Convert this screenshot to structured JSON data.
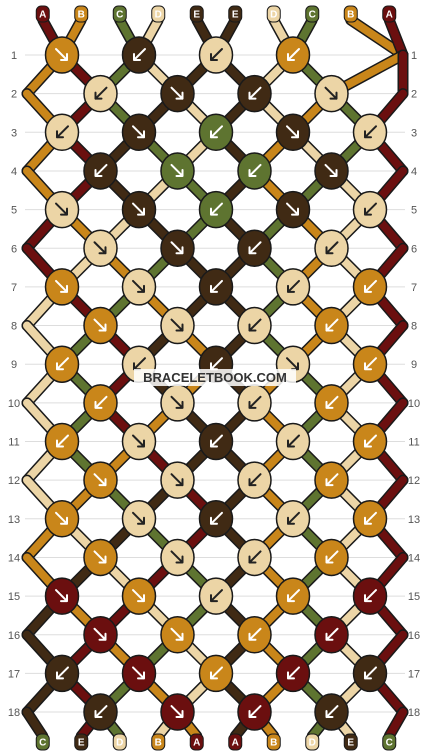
{
  "watermark": "BRACELETBOOK.COM",
  "colors": {
    "A": "#6b0f0f",
    "B": "#c9861a",
    "C": "#5e7430",
    "D": "#ecd5a6",
    "E": "#402a14"
  },
  "strands": {
    "top": [
      "A",
      "B",
      "C",
      "D",
      "E",
      "E",
      "D",
      "C",
      "B",
      "A"
    ],
    "bottom": [
      "C",
      "E",
      "D",
      "B",
      "A",
      "A",
      "B",
      "D",
      "E",
      "C"
    ]
  },
  "rows": [
    {
      "label": "1",
      "knots": [
        [
          "B",
          "dr"
        ],
        [
          "E",
          "dl"
        ],
        [
          "D",
          "dl"
        ],
        [
          "B",
          "dl"
        ]
      ]
    },
    {
      "label": "2",
      "knots": [
        [
          "D",
          "dl"
        ],
        [
          "E",
          "dr"
        ],
        [
          "E",
          "dl"
        ],
        [
          "D",
          "dr"
        ]
      ]
    },
    {
      "label": "3",
      "knots": [
        [
          "D",
          "dl"
        ],
        [
          "E",
          "dr"
        ],
        [
          "C",
          "dl"
        ],
        [
          "E",
          "dr"
        ],
        [
          "D",
          "dl"
        ]
      ]
    },
    {
      "label": "4",
      "knots": [
        [
          "E",
          "dl"
        ],
        [
          "C",
          "dr"
        ],
        [
          "C",
          "dl"
        ],
        [
          "E",
          "dr"
        ]
      ]
    },
    {
      "label": "5",
      "knots": [
        [
          "D",
          "dr"
        ],
        [
          "E",
          "dr"
        ],
        [
          "C",
          "dl"
        ],
        [
          "E",
          "dr"
        ],
        [
          "D",
          "dl"
        ]
      ]
    },
    {
      "label": "6",
      "knots": [
        [
          "D",
          "dr"
        ],
        [
          "E",
          "dr"
        ],
        [
          "E",
          "dl"
        ],
        [
          "D",
          "dl"
        ]
      ]
    },
    {
      "label": "7",
      "knots": [
        [
          "B",
          "dr"
        ],
        [
          "D",
          "dr"
        ],
        [
          "E",
          "dl"
        ],
        [
          "D",
          "dl"
        ],
        [
          "B",
          "dl"
        ]
      ]
    },
    {
      "label": "8",
      "knots": [
        [
          "B",
          "dr"
        ],
        [
          "D",
          "dr"
        ],
        [
          "D",
          "dl"
        ],
        [
          "B",
          "dl"
        ]
      ]
    },
    {
      "label": "9",
      "knots": [
        [
          "B",
          "dl"
        ],
        [
          "D",
          "dl"
        ],
        [
          "E",
          "dl"
        ],
        [
          "D",
          "dr"
        ],
        [
          "B",
          "dl"
        ]
      ]
    },
    {
      "label": "10",
      "knots": [
        [
          "B",
          "dl"
        ],
        [
          "D",
          "dr"
        ],
        [
          "D",
          "dl"
        ],
        [
          "B",
          "dl"
        ]
      ]
    },
    {
      "label": "11",
      "knots": [
        [
          "B",
          "dl"
        ],
        [
          "D",
          "dr"
        ],
        [
          "E",
          "dl"
        ],
        [
          "D",
          "dl"
        ],
        [
          "B",
          "dl"
        ]
      ]
    },
    {
      "label": "12",
      "knots": [
        [
          "B",
          "dr"
        ],
        [
          "D",
          "dr"
        ],
        [
          "D",
          "dl"
        ],
        [
          "B",
          "dl"
        ]
      ]
    },
    {
      "label": "13",
      "knots": [
        [
          "B",
          "dr"
        ],
        [
          "D",
          "dr"
        ],
        [
          "E",
          "dl"
        ],
        [
          "D",
          "dl"
        ],
        [
          "B",
          "dl"
        ]
      ]
    },
    {
      "label": "14",
      "knots": [
        [
          "B",
          "dr"
        ],
        [
          "D",
          "dr"
        ],
        [
          "D",
          "dl"
        ],
        [
          "B",
          "dl"
        ]
      ]
    },
    {
      "label": "15",
      "knots": [
        [
          "A",
          "dr"
        ],
        [
          "B",
          "dr"
        ],
        [
          "D",
          "dl"
        ],
        [
          "B",
          "dl"
        ],
        [
          "A",
          "dl"
        ]
      ]
    },
    {
      "label": "16",
      "knots": [
        [
          "A",
          "dr"
        ],
        [
          "B",
          "dr"
        ],
        [
          "B",
          "dl"
        ],
        [
          "A",
          "dl"
        ]
      ]
    },
    {
      "label": "17",
      "knots": [
        [
          "E",
          "dl"
        ],
        [
          "A",
          "dr"
        ],
        [
          "B",
          "dl"
        ],
        [
          "A",
          "dl"
        ],
        [
          "E",
          "dl"
        ]
      ]
    },
    {
      "label": "18",
      "knots": [
        [
          "E",
          "dl"
        ],
        [
          "A",
          "dr"
        ],
        [
          "A",
          "dl"
        ],
        [
          "E",
          "dl"
        ]
      ]
    }
  ]
}
